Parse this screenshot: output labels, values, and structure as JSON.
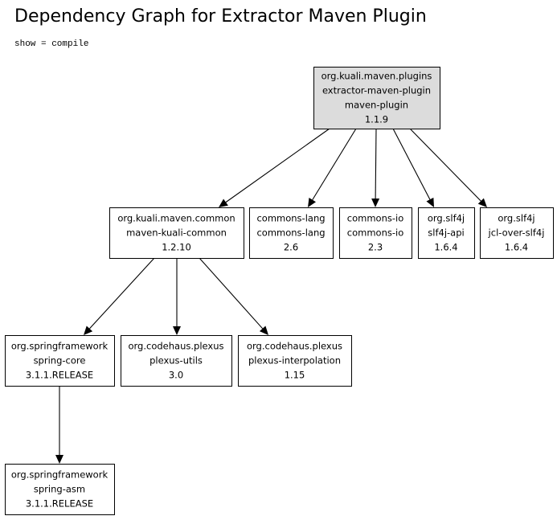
{
  "title": "Dependency Graph for Extractor Maven Plugin",
  "filter": "show = compile",
  "graph": {
    "nodes": [
      {
        "id": "root",
        "root": true,
        "lines": [
          "org.kuali.maven.plugins",
          "extractor-maven-plugin",
          "maven-plugin",
          "1.1.9"
        ]
      },
      {
        "id": "kuali-common",
        "lines": [
          "org.kuali.maven.common",
          "maven-kuali-common",
          "1.2.10"
        ]
      },
      {
        "id": "commons-lang",
        "lines": [
          "commons-lang",
          "commons-lang",
          "2.6"
        ]
      },
      {
        "id": "commons-io",
        "lines": [
          "commons-io",
          "commons-io",
          "2.3"
        ]
      },
      {
        "id": "slf4j-api",
        "lines": [
          "org.slf4j",
          "slf4j-api",
          "1.6.4"
        ]
      },
      {
        "id": "jcl-over-slf4j",
        "lines": [
          "org.slf4j",
          "jcl-over-slf4j",
          "1.6.4"
        ]
      },
      {
        "id": "spring-core",
        "lines": [
          "org.springframework",
          "spring-core",
          "3.1.1.RELEASE"
        ]
      },
      {
        "id": "plexus-utils",
        "lines": [
          "org.codehaus.plexus",
          "plexus-utils",
          "3.0"
        ]
      },
      {
        "id": "plexus-interpolation",
        "lines": [
          "org.codehaus.plexus",
          "plexus-interpolation",
          "1.15"
        ]
      },
      {
        "id": "spring-asm",
        "lines": [
          "org.springframework",
          "spring-asm",
          "3.1.1.RELEASE"
        ]
      }
    ],
    "edges": [
      {
        "from": "root",
        "to": "kuali-common"
      },
      {
        "from": "root",
        "to": "commons-lang"
      },
      {
        "from": "root",
        "to": "commons-io"
      },
      {
        "from": "root",
        "to": "slf4j-api"
      },
      {
        "from": "root",
        "to": "jcl-over-slf4j"
      },
      {
        "from": "kuali-common",
        "to": "spring-core"
      },
      {
        "from": "kuali-common",
        "to": "plexus-utils"
      },
      {
        "from": "kuali-common",
        "to": "plexus-interpolation"
      },
      {
        "from": "spring-core",
        "to": "spring-asm"
      }
    ]
  }
}
